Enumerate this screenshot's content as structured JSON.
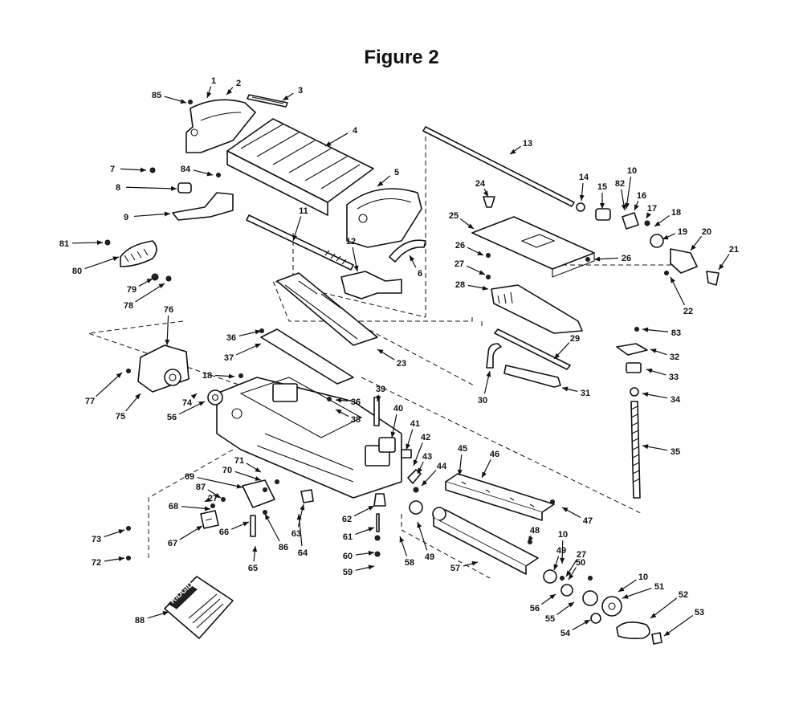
{
  "figure": {
    "title": "Figure 2",
    "manual_brand": "RIDGID",
    "callouts": [
      "1",
      "2",
      "3",
      "4",
      "5",
      "6",
      "7",
      "8",
      "9",
      "10",
      "10",
      "10",
      "11",
      "12",
      "13",
      "14",
      "15",
      "16",
      "17",
      "18",
      "18",
      "19",
      "20",
      "21",
      "22",
      "23",
      "24",
      "25",
      "26",
      "26",
      "27",
      "27",
      "27",
      "28",
      "29",
      "30",
      "31",
      "32",
      "33",
      "34",
      "35",
      "36",
      "36",
      "37",
      "38",
      "39",
      "40",
      "41",
      "42",
      "43",
      "44",
      "45",
      "46",
      "47",
      "48",
      "49",
      "49",
      "50",
      "51",
      "52",
      "53",
      "54",
      "55",
      "56",
      "56",
      "57",
      "58",
      "59",
      "60",
      "61",
      "62",
      "63",
      "64",
      "65",
      "66",
      "67",
      "68",
      "69",
      "70",
      "71",
      "72",
      "73",
      "74",
      "75",
      "76",
      "77",
      "78",
      "79",
      "80",
      "81",
      "82",
      "83",
      "84",
      "85",
      "86",
      "87",
      "88"
    ]
  }
}
